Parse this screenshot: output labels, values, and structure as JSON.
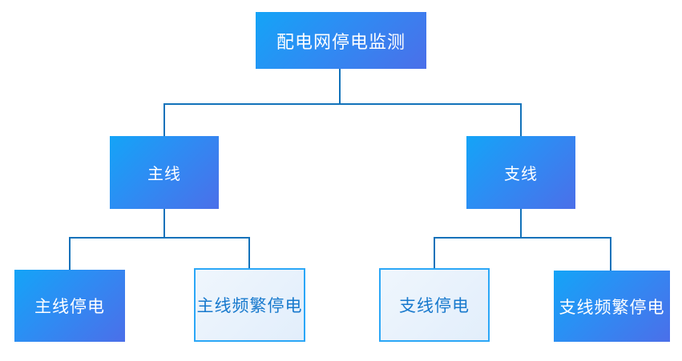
{
  "diagram": {
    "title": "配电网停电监测",
    "root": {
      "label": "配电网停电监测",
      "style": "solid"
    },
    "branches": [
      {
        "label": "主线",
        "style": "solid"
      },
      {
        "label": "支线",
        "style": "solid"
      }
    ],
    "leaves": [
      {
        "label": "主线停电",
        "style": "solid",
        "parent": "主线"
      },
      {
        "label": "主线频繁停电",
        "style": "outline",
        "parent": "主线"
      },
      {
        "label": "支线停电",
        "style": "outline",
        "parent": "支线"
      },
      {
        "label": "支线频繁停电",
        "style": "solid",
        "parent": "支线"
      }
    ],
    "colors": {
      "solid_gradient_start": "#14a4f7",
      "solid_gradient_end": "#4b6fe9",
      "solid_text": "#ffffff",
      "outline_border": "#2ba7f7",
      "outline_background": "#e9f2fc",
      "outline_text": "#1779cd",
      "connector": "#1272ba",
      "page_background": "#ffffff"
    }
  }
}
